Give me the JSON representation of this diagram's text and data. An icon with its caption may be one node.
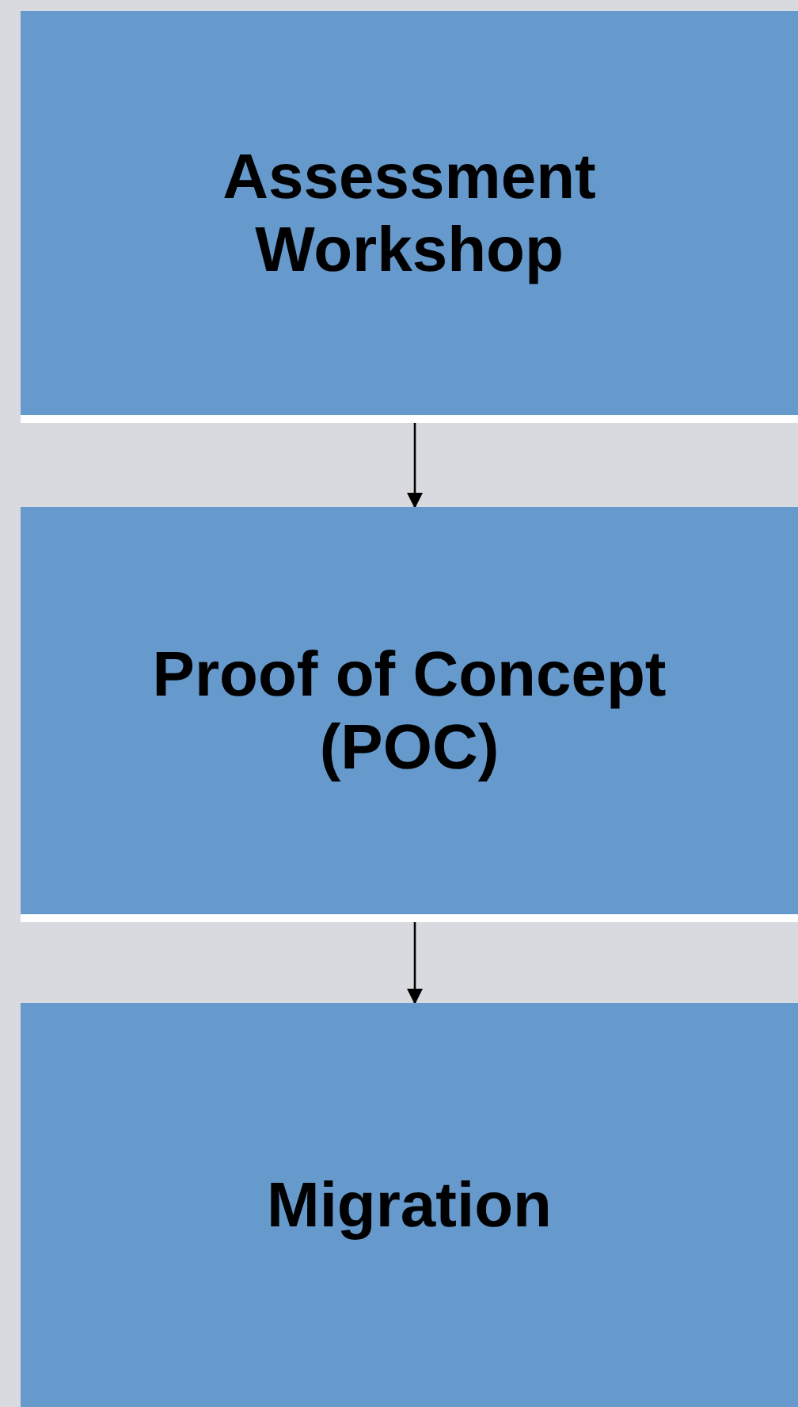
{
  "diagram": {
    "nodes": [
      {
        "text": [
          "Assessment Workshop"
        ]
      },
      {
        "text": [
          "Proof of Concept (POC)"
        ]
      },
      {
        "text": [
          "Migration"
        ]
      }
    ],
    "edges": [
      {
        "from": 0,
        "to": 1,
        "arrow": "to"
      },
      {
        "from": 1,
        "to": 2,
        "arrow": "to"
      }
    ]
  }
}
